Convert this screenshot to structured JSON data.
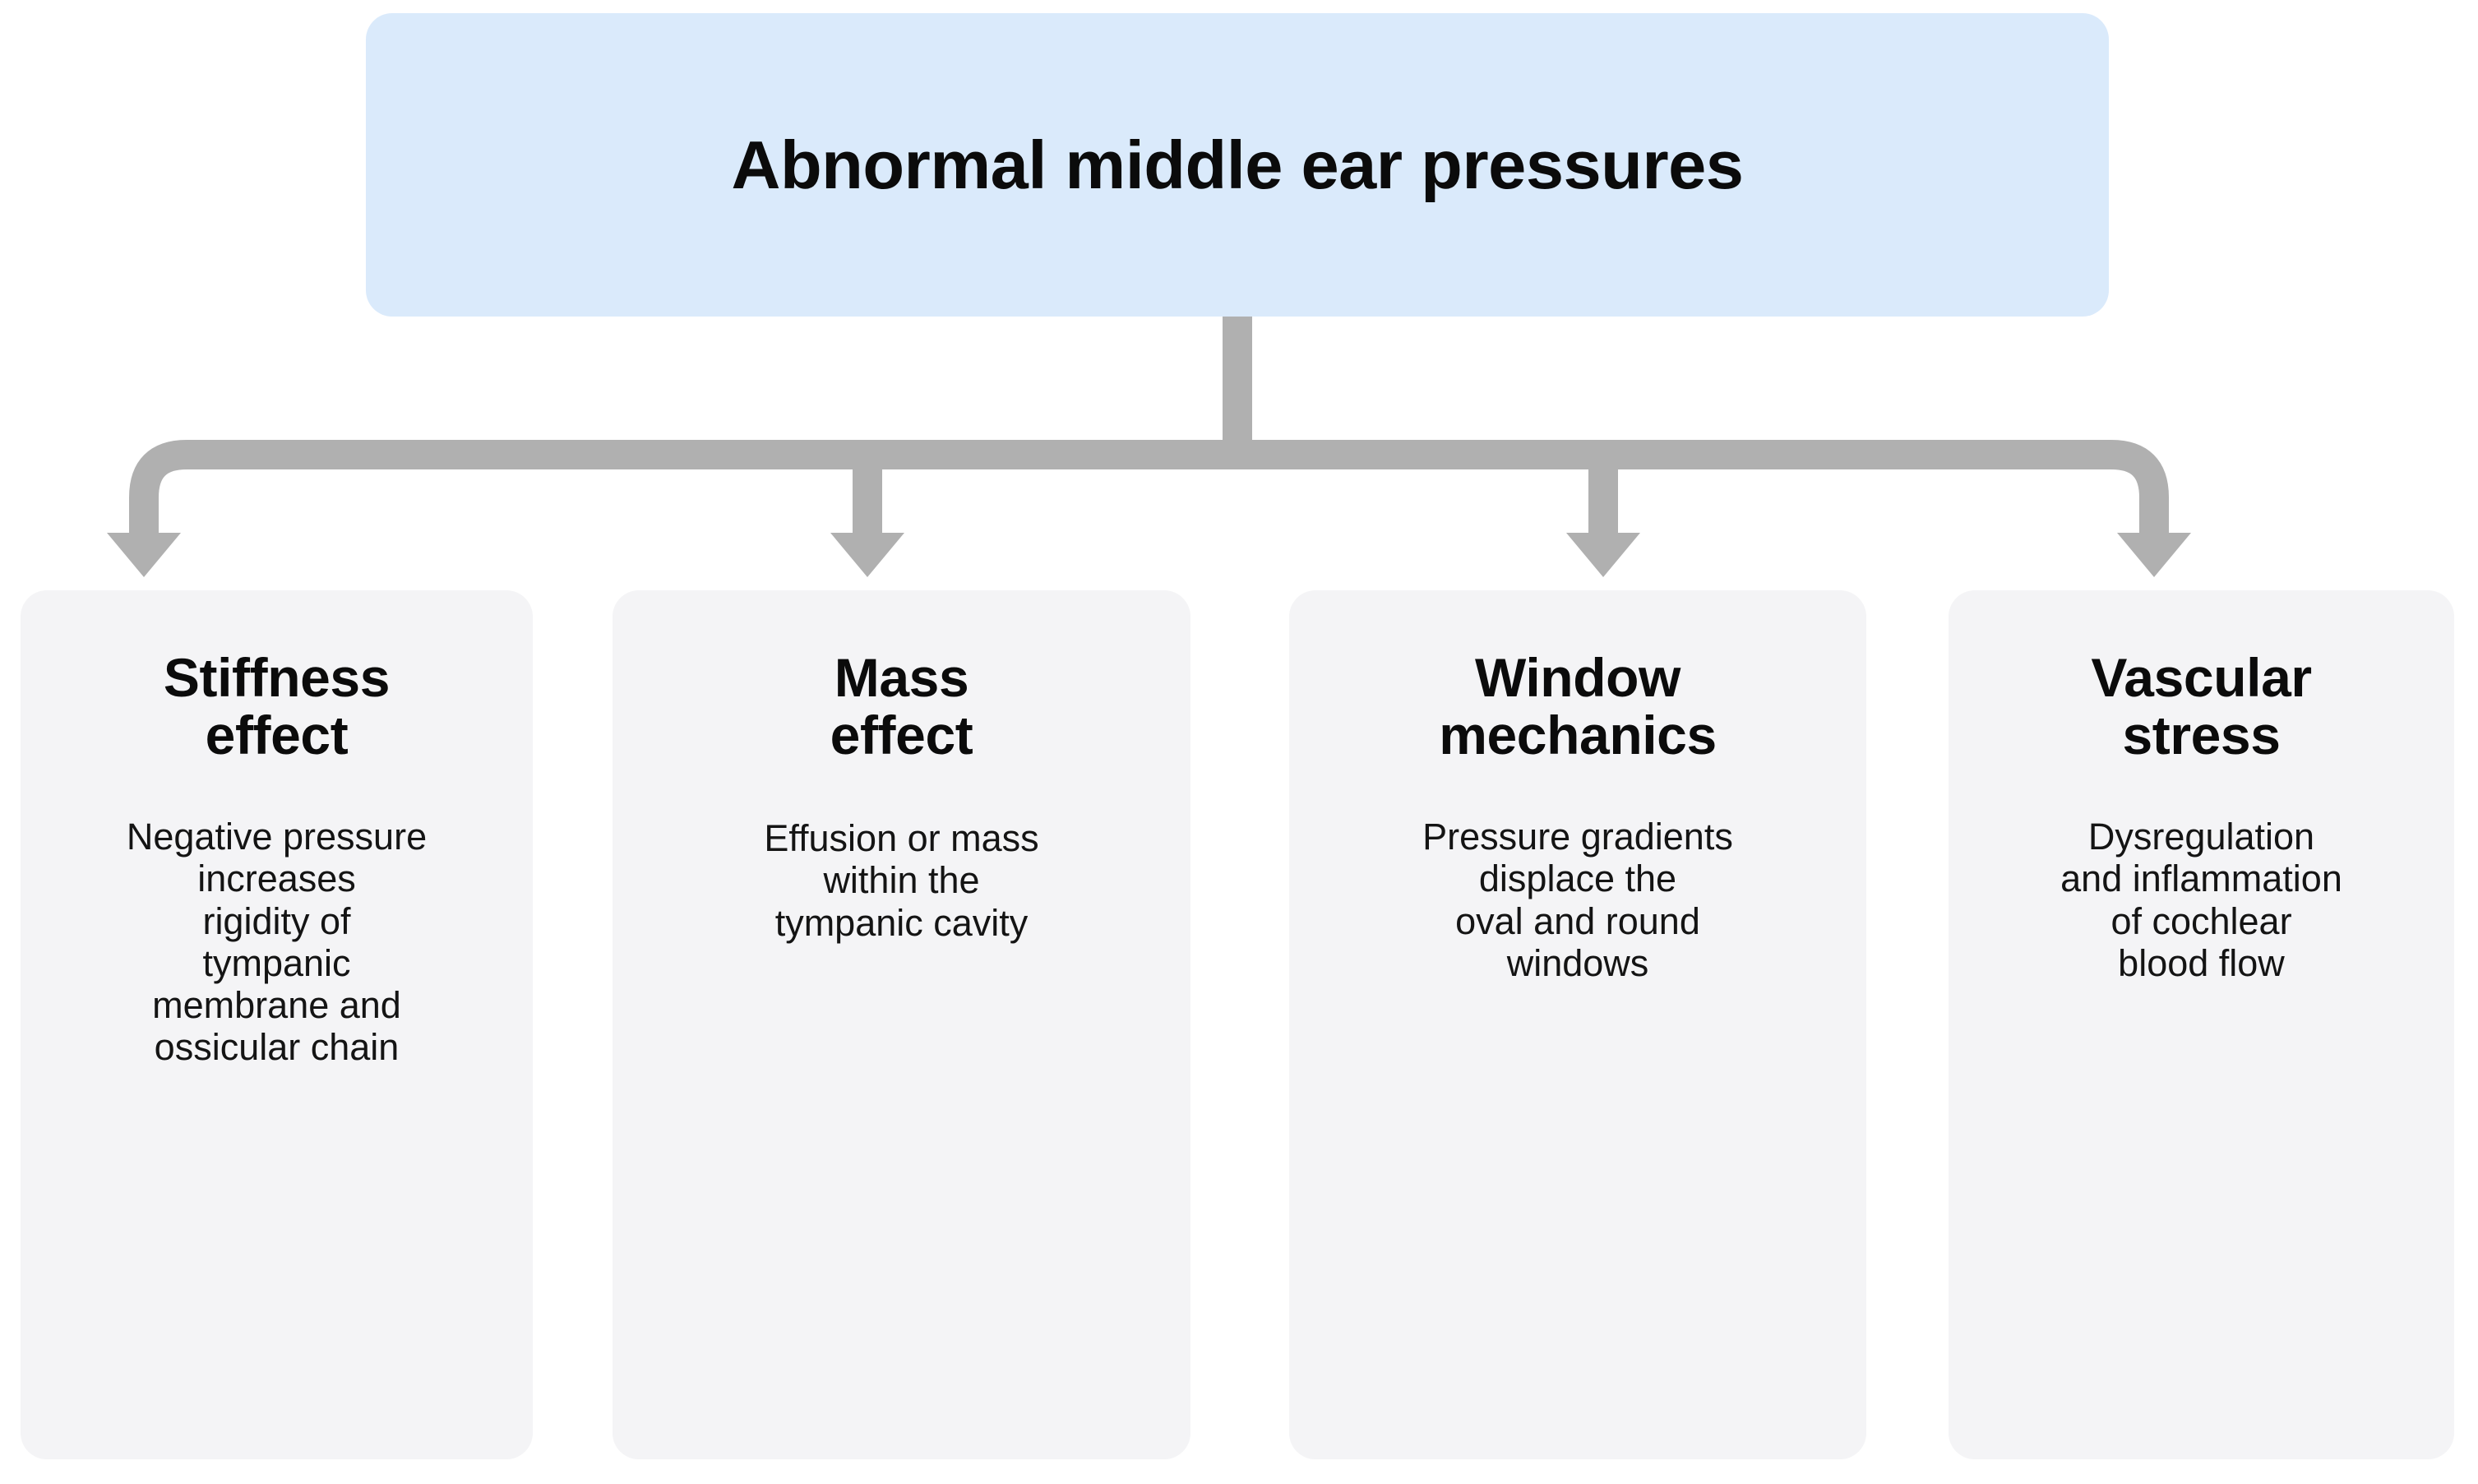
{
  "diagram": {
    "type": "tree-flowchart",
    "orientation": "top-down",
    "colors": {
      "root_fill": "#daeafb",
      "card_fill": "#f4f4f6",
      "connector": "#b0b0b0",
      "text": "#0b0b0b",
      "background": "#ffffff"
    },
    "root": {
      "title": "Abnormal middle ear pressures"
    },
    "children": [
      {
        "title": "Stiffness\neffect",
        "body": "Negative pressure\nincreases\nrigidity of\ntympanic\nmembrane and\nossicular chain"
      },
      {
        "title": "Mass\neffect",
        "body": "Effusion or mass\nwithin the\ntympanic cavity"
      },
      {
        "title": "Window\nmechanics",
        "body": "Pressure gradients\ndisplace the\noval and round\nwindows"
      },
      {
        "title": "Vascular\nstress",
        "body": "Dysregulation\nand inflammation\nof cochlear\nblood flow"
      }
    ]
  }
}
